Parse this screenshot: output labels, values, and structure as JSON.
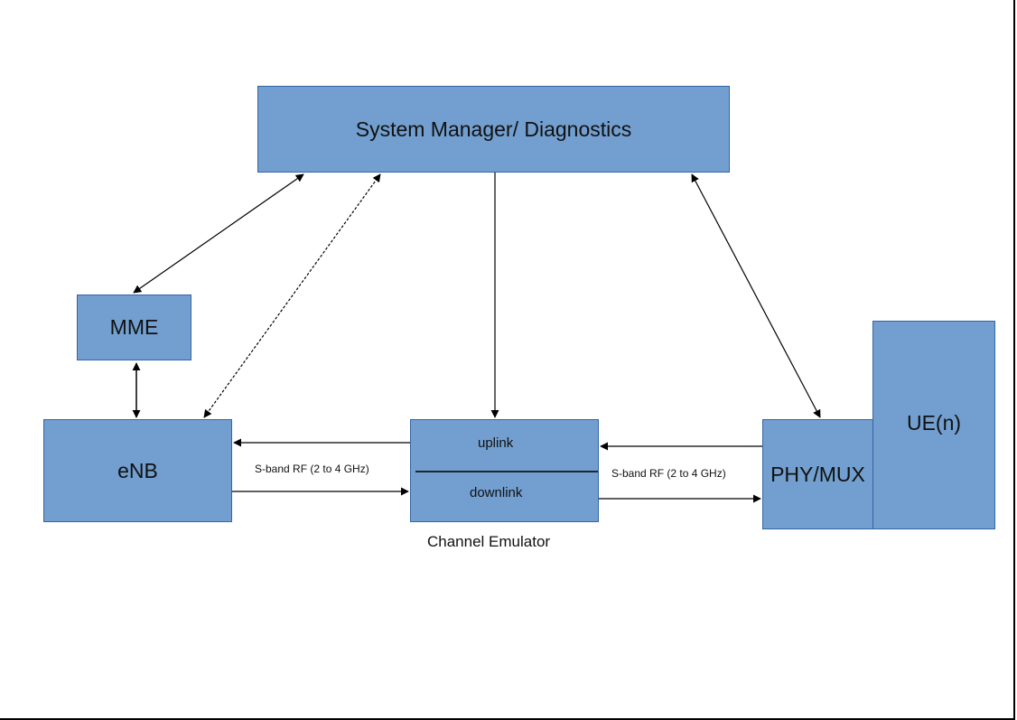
{
  "diagram": {
    "nodes": {
      "system_manager": "System Manager/ Diagnostics",
      "mme": "MME",
      "enb": "eNB",
      "channel_emulator_uplink": "uplink",
      "channel_emulator_downlink": "downlink",
      "channel_emulator_caption": "Channel Emulator",
      "phy_mux": "PHY/MUX",
      "ue": "UE(n)"
    },
    "edge_labels": {
      "enb_link": "S-band RF (2 to 4 GHz)",
      "phy_link": "S-band RF (2 to 4 GHz)"
    },
    "colors": {
      "box_fill": "#729fcf",
      "box_border": "#3465a4",
      "line": "#000000"
    }
  }
}
